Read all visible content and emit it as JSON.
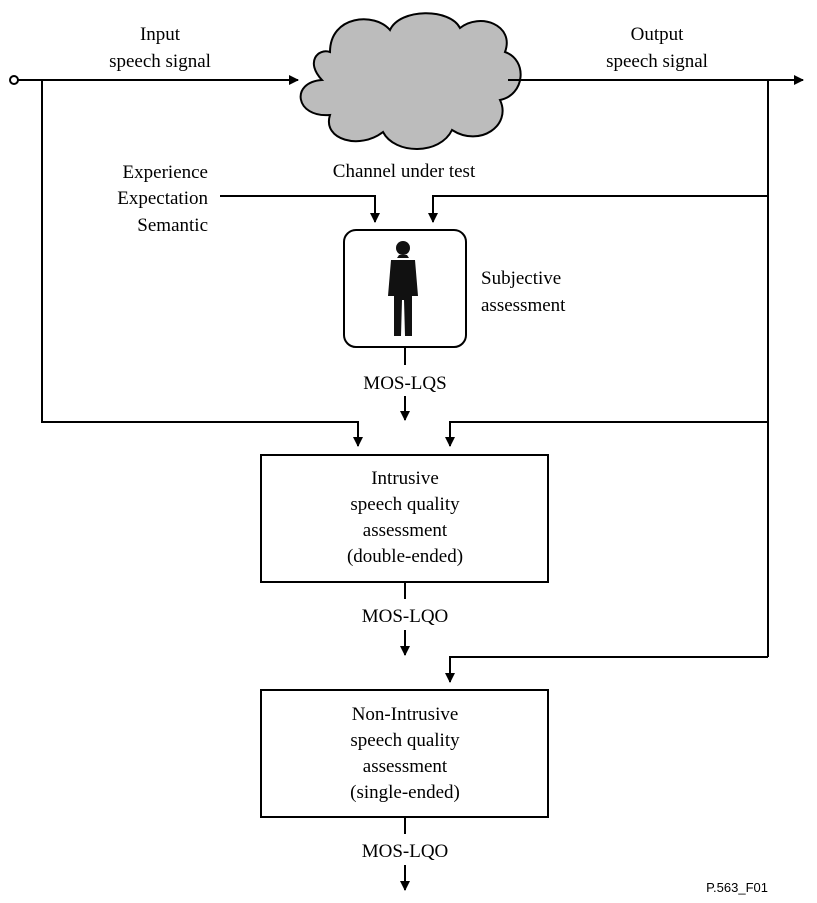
{
  "signals": {
    "input_line1": "Input",
    "input_line2": "speech signal",
    "output_line1": "Output",
    "output_line2": "speech signal"
  },
  "channel": {
    "label": "Channel under test"
  },
  "subjective_inputs": [
    "Experience",
    "Expectation",
    "Semantic"
  ],
  "subjective_assessment": {
    "label_line1": "Subjective",
    "label_line2": "assessment",
    "output": "MOS-LQS"
  },
  "intrusive_box": {
    "lines": [
      "Intrusive",
      "speech quality",
      "assessment",
      "(double-ended)"
    ],
    "output": "MOS-LQO"
  },
  "nonintrusive_box": {
    "lines": [
      "Non-Intrusive",
      "speech quality",
      "assessment",
      "(single-ended)"
    ],
    "output": "MOS-LQO"
  },
  "figure_id": "P.563_F01",
  "colors": {
    "cloud_fill": "#bcbcbc",
    "line": "#000000",
    "figure_fill": "#111111"
  }
}
